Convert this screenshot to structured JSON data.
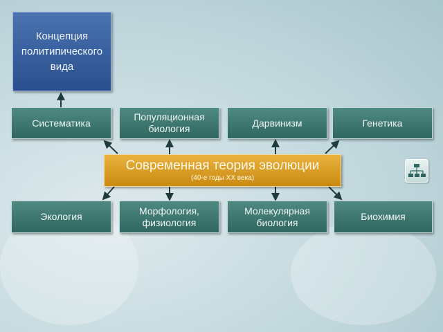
{
  "top_box": {
    "label": "Концепция политипического вида"
  },
  "center": {
    "title": "Современная теория эволюции",
    "subtitle": "(40-е годы XX века)"
  },
  "row1": [
    {
      "label": "Систематика"
    },
    {
      "label": "Популяционная биология"
    },
    {
      "label": "Дарвинизм"
    },
    {
      "label": "Генетика"
    }
  ],
  "row2": [
    {
      "label": "Экология"
    },
    {
      "label": "Морфология, физиология"
    },
    {
      "label": "Молекулярная биология"
    },
    {
      "label": "Биохимия"
    }
  ],
  "nav_button": {
    "icon": "hierarchy-icon"
  }
}
